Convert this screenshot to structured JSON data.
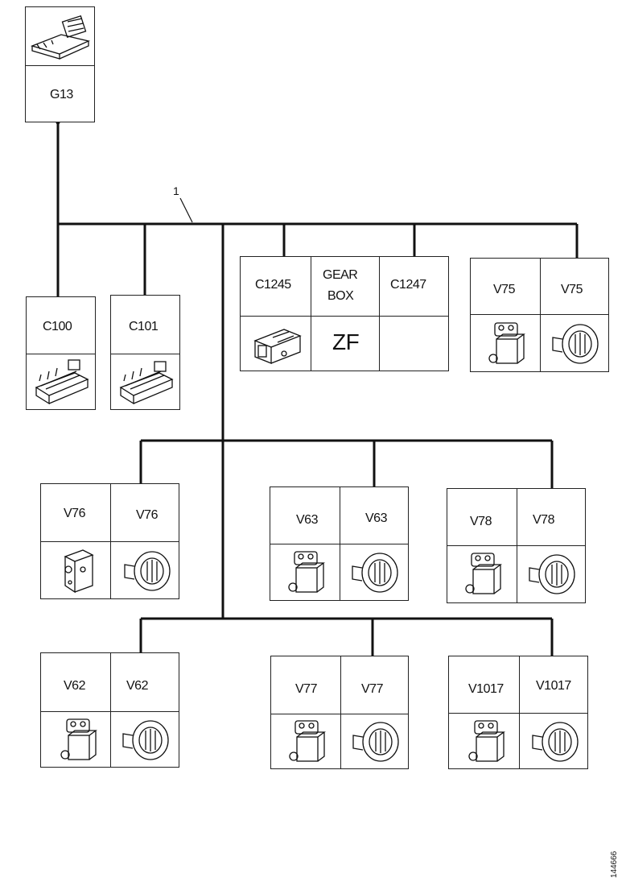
{
  "diagram": {
    "wire_ref": "1",
    "doc_id": "144666",
    "top_unit": {
      "label": "G13",
      "icon": "control-unit-icon"
    },
    "c100": {
      "label": "C100",
      "icon": "connector-block-icon"
    },
    "c101": {
      "label": "C101",
      "icon": "connector-block-icon"
    },
    "gearbox_block": {
      "left_label": "C1245",
      "mid_label_1": "GEAR",
      "mid_label_2": "BOX",
      "right_label": "C1247",
      "center_text": "ZF",
      "left_icon": "connector-plug-icon"
    },
    "valves": [
      {
        "label": "V75",
        "valve_icon": "solenoid-valve-icon",
        "connector_icon": "round-connector-icon"
      },
      {
        "label": "V76",
        "valve_icon": "valve-block-icon",
        "connector_icon": "round-connector-icon"
      },
      {
        "label": "V63",
        "valve_icon": "solenoid-valve-icon",
        "connector_icon": "round-connector-icon"
      },
      {
        "label": "V78",
        "valve_icon": "solenoid-valve-icon",
        "connector_icon": "round-connector-icon"
      },
      {
        "label": "V62",
        "valve_icon": "solenoid-valve-icon",
        "connector_icon": "round-connector-icon"
      },
      {
        "label": "V77",
        "valve_icon": "solenoid-valve-icon",
        "connector_icon": "round-connector-icon"
      },
      {
        "label": "V1017",
        "valve_icon": "solenoid-valve-icon",
        "connector_icon": "round-connector-icon"
      }
    ]
  }
}
